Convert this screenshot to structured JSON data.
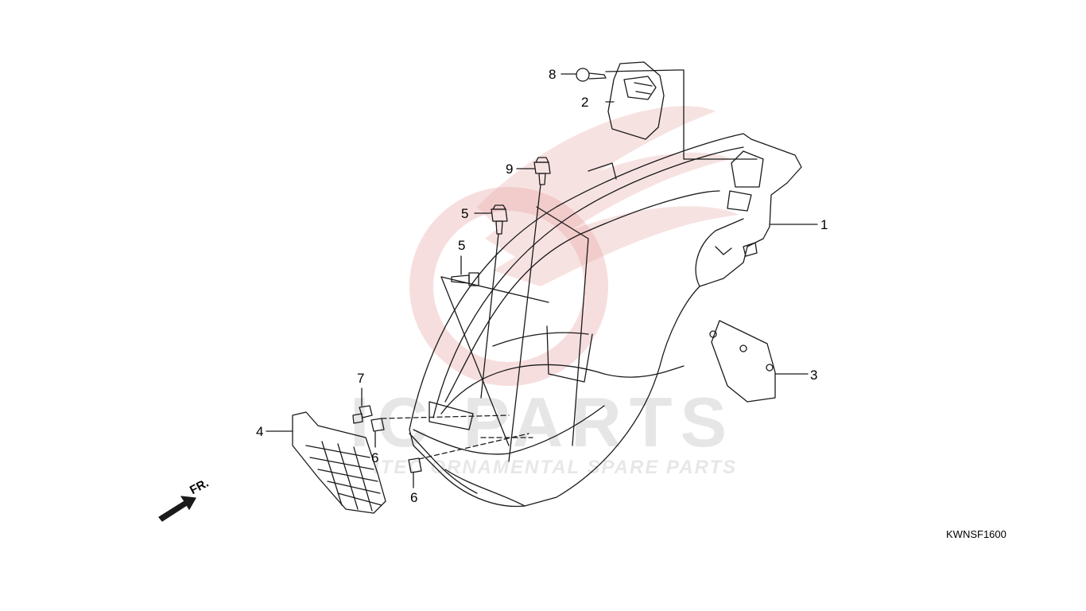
{
  "diagram": {
    "code": "KWNSF1600",
    "front_label": "FR."
  },
  "watermark": {
    "brand": "IC PARTS",
    "tagline": "ITEC ORNAMENTAL SPARE PARTS"
  },
  "callouts": [
    {
      "id": "c1",
      "label": "1"
    },
    {
      "id": "c2",
      "label": "2"
    },
    {
      "id": "c3",
      "label": "3"
    },
    {
      "id": "c4",
      "label": "4"
    },
    {
      "id": "c5a",
      "label": "5"
    },
    {
      "id": "c5b",
      "label": "5"
    },
    {
      "id": "c6a",
      "label": "6"
    },
    {
      "id": "c6b",
      "label": "6"
    },
    {
      "id": "c7",
      "label": "7"
    },
    {
      "id": "c8",
      "label": "8"
    },
    {
      "id": "c9",
      "label": "9"
    }
  ],
  "colors": {
    "line": "#1a1a1a",
    "watermark_red": "#e8a0a0",
    "watermark_gray": "#d0d0d0"
  }
}
